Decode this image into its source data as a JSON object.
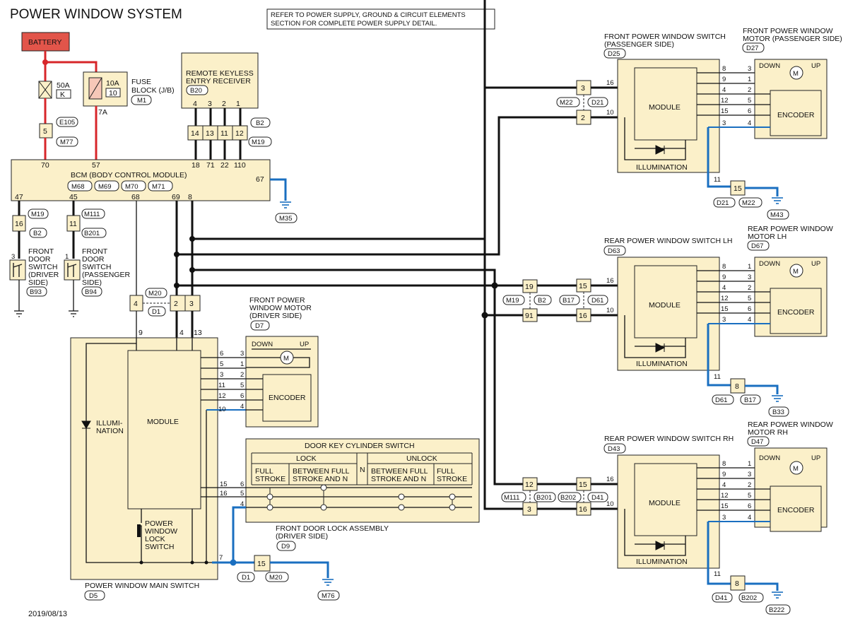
{
  "title": "POWER WINDOW SYSTEM",
  "note": [
    "REFER TO POWER SUPPLY, GROUND & CIRCUIT ELEMENTS",
    "SECTION FOR COMPLETE POWER SUPPLY DETAIL."
  ],
  "date": "2019/08/13",
  "colors": {
    "power": "#d7262a",
    "ground": "#1a6fc0",
    "component_fill": "#fbf0c9",
    "battery": "#e2554a"
  },
  "battery": "BATTERY",
  "fusible_link": {
    "amp": "50A",
    "id": "K"
  },
  "fuse": {
    "amp": "10A",
    "num": "10",
    "out": "7A"
  },
  "fuse_block": {
    "label": [
      "FUSE",
      "BLOCK (J/B)"
    ],
    "conn": "M1"
  },
  "e105": {
    "pin": "5",
    "conn_a": "E105",
    "conn_b": "M77"
  },
  "rke": {
    "label": [
      "REMOTE KEYLESS",
      "ENTRY RECEIVER"
    ],
    "conn": "B20",
    "pins": [
      "4",
      "3",
      "2",
      "1"
    ]
  },
  "rke_junction": {
    "pins": [
      "14",
      "13",
      "11",
      "12"
    ],
    "conn_a": "B2",
    "conn_b": "M19"
  },
  "bcm": {
    "label": "BCM (BODY CONTROL MODULE)",
    "conns": [
      "M68",
      "M69",
      "M70",
      "M71"
    ],
    "top_pins": [
      "70",
      "57",
      "18",
      "71",
      "22",
      "110"
    ],
    "bottom_pins": [
      "47",
      "45",
      "68",
      "69",
      "8"
    ],
    "gnd_pin": "67",
    "gnd": "M35"
  },
  "door_sw_driver": {
    "junction_pin": "16",
    "conn_a": "M19",
    "conn_b": "B2",
    "pin": "3",
    "label": [
      "FRONT",
      "DOOR",
      "SWITCH",
      "(DRIVER",
      "SIDE)"
    ],
    "conn": "B93"
  },
  "door_sw_pass": {
    "junction_pin": "11",
    "conn_a": "M111",
    "conn_b": "B201",
    "pin": "1",
    "label": [
      "FRONT",
      "DOOR",
      "SWITCH",
      "(PASSENGER",
      "SIDE)"
    ],
    "conn": "B94"
  },
  "main_conn": {
    "pins": [
      "4",
      "2",
      "3"
    ],
    "conn_a": "M20",
    "conn_b": "D1"
  },
  "main_switch": {
    "label": "POWER WINDOW MAIN SWITCH",
    "conn": "D5",
    "module": "MODULE",
    "illumination": [
      "ILLUMI-",
      "NATION"
    ],
    "lock_switch": [
      "POWER",
      "WINDOW",
      "LOCK",
      "SWITCH"
    ],
    "top_pins": [
      "9",
      "4",
      "13"
    ],
    "motor_pins": [
      "6",
      "5",
      "3",
      "11",
      "12",
      "10"
    ],
    "lock_pins": [
      "15",
      "16",
      "4"
    ],
    "gnd_pin": "7"
  },
  "driver_motor": {
    "label": [
      "FRONT POWER",
      "WINDOW MOTOR",
      "(DRIVER SIDE)"
    ],
    "conn": "D7",
    "down": "DOWN",
    "up": "UP",
    "encoder": "ENCODER",
    "pins": [
      "3",
      "1",
      "2",
      "5",
      "6",
      "4"
    ]
  },
  "key_cyl": {
    "title": "DOOR KEY CYLINDER SWITCH",
    "lock": "LOCK",
    "unlock": "UNLOCK",
    "n": "N",
    "cols": [
      [
        "FULL",
        "STROKE"
      ],
      [
        "BETWEEN FULL",
        "STROKE AND N"
      ],
      [
        "BETWEEN FULL",
        "STROKE AND N"
      ],
      [
        "FULL",
        "STROKE"
      ]
    ],
    "assembly": [
      "FRONT DOOR LOCK ASSEMBLY",
      "(DRIVER SIDE)"
    ],
    "conn": "D9"
  },
  "main_gnd": {
    "pin": "15",
    "conn_a": "D1",
    "conn_b": "M20",
    "gnd": "M76"
  },
  "front_pass": {
    "switch_label": [
      "FRONT POWER WINDOW SWITCH",
      "(PASSENGER SIDE)"
    ],
    "switch_conn": "D25",
    "motor_label": [
      "FRONT POWER WINDOW",
      "MOTOR (PASSENGER SIDE)"
    ],
    "motor_conn": "D27",
    "in_pins": [
      "16",
      "10"
    ],
    "junction": [
      "3",
      "2"
    ],
    "jconn_a": "M22",
    "jconn_b": "D21",
    "module": "MODULE",
    "illumination": "ILLUMINATION",
    "encoder": "ENCODER",
    "down": "DOWN",
    "up": "UP",
    "sw_pins": [
      "8",
      "9",
      "4",
      "12",
      "15",
      "3"
    ],
    "motor_pins": [
      "3",
      "1",
      "2",
      "5",
      "6",
      "4"
    ],
    "gnd_pin": "11",
    "gnd_junction": "15",
    "gconn_a": "D21",
    "gconn_b": "M22",
    "gnd": "M43"
  },
  "rear_lh": {
    "switch_label": [
      "REAR POWER WINDOW SWITCH LH"
    ],
    "switch_conn": "D63",
    "motor_label": [
      "REAR POWER WINDOW",
      "MOTOR LH"
    ],
    "motor_conn": "D67",
    "in_pins": [
      "16",
      "10"
    ],
    "junction": [
      "15",
      "16"
    ],
    "jconn_a": "B17",
    "jconn_b": "D61",
    "mid_junction": [
      "19",
      "91"
    ],
    "mconn_a": "M19",
    "mconn_b": "B2",
    "module": "MODULE",
    "illumination": "ILLUMINATION",
    "encoder": "ENCODER",
    "down": "DOWN",
    "up": "UP",
    "sw_pins": [
      "8",
      "9",
      "4",
      "12",
      "15",
      "3"
    ],
    "motor_pins": [
      "1",
      "3",
      "2",
      "5",
      "6",
      "4"
    ],
    "gnd_pin": "11",
    "gnd_junction": "8",
    "gconn_a": "D61",
    "gconn_b": "B17",
    "gnd": "B33"
  },
  "rear_rh": {
    "switch_label": [
      "REAR POWER WINDOW SWITCH RH"
    ],
    "switch_conn": "D43",
    "motor_label": [
      "REAR POWER WINDOW",
      "MOTOR RH"
    ],
    "motor_conn": "D47",
    "in_pins": [
      "16",
      "10"
    ],
    "junction": [
      "15",
      "16"
    ],
    "jconn_a": "B202",
    "jconn_b": "D41",
    "mid_junction": [
      "12",
      "3"
    ],
    "mconn_a": "M111",
    "mconn_b": "B201",
    "module": "MODULE",
    "illumination": "ILLUMINATION",
    "encoder": "ENCODER",
    "down": "DOWN",
    "up": "UP",
    "sw_pins": [
      "8",
      "9",
      "4",
      "12",
      "15",
      "3"
    ],
    "motor_pins": [
      "1",
      "3",
      "2",
      "5",
      "6",
      "4"
    ],
    "gnd_pin": "11",
    "gnd_junction": "8",
    "gconn_a": "D41",
    "gconn_b": "B202",
    "gnd": "B222"
  }
}
